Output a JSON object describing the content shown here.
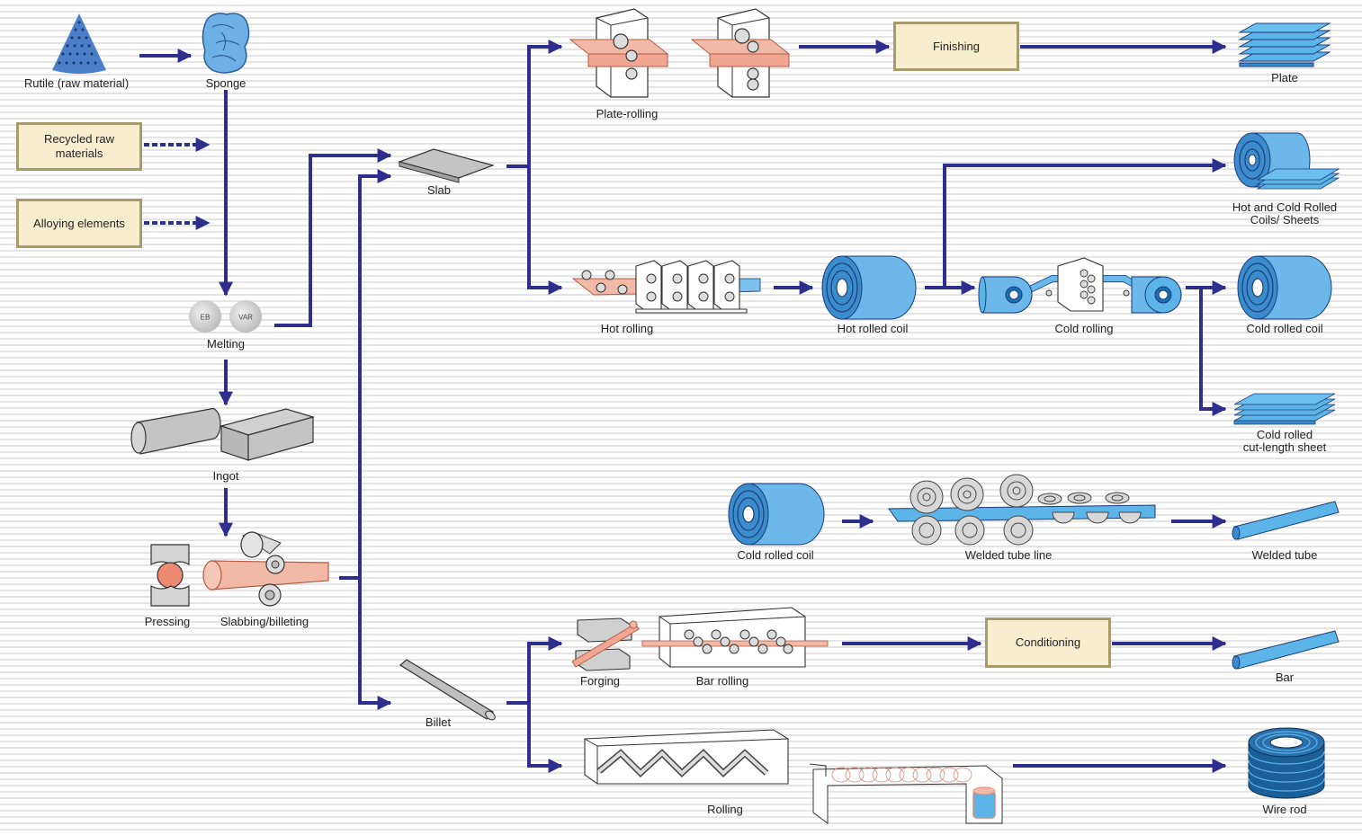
{
  "labels": {
    "rutile": "Rutile (raw material)",
    "sponge": "Sponge",
    "melting": "Melting",
    "eb": "EB",
    "var": "VAR",
    "ingot": "Ingot",
    "pressing": "Pressing",
    "slabbing": "Slabbing/billeting",
    "slab": "Slab",
    "billet": "Billet",
    "plate_rolling": "Plate-rolling",
    "plate": "Plate",
    "hot_rolling": "Hot rolling",
    "hot_rolled_coil": "Hot rolled coil",
    "cold_rolling": "Cold rolling",
    "hot_cold_line1": "Hot and Cold Rolled",
    "hot_cold_line2": "Coils/ Sheets",
    "cold_rolled_coil": "Cold rolled coil",
    "cut_sheet_line1": "Cold rolled",
    "cut_sheet_line2": "cut-length sheet",
    "cold_rolled_coil_2": "Cold rolled coil",
    "welded_tube_line": "Welded tube line",
    "welded_tube": "Welded tube",
    "forging": "Forging",
    "bar_rolling": "Bar rolling",
    "bar": "Bar",
    "rolling": "Rolling",
    "wire_rod": "Wire rod"
  },
  "boxes": {
    "recycled_line1": "Recycled raw",
    "recycled_line2": "materials",
    "alloying": "Alloying elements",
    "finishing": "Finishing",
    "conditioning": "Conditioning"
  },
  "colors": {
    "arrow": "#2e2e8c",
    "box_fill": "#f7eecf",
    "box_border": "#a89a6b",
    "product_blue": "#5db4e8",
    "metal_pink": "#f2b9a6"
  }
}
